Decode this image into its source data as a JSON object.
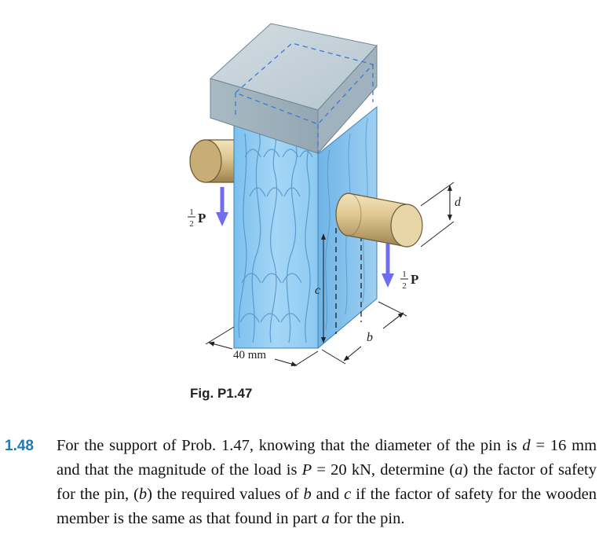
{
  "figure": {
    "caption": "Fig. P1.47",
    "labels": {
      "load_left": "P",
      "load_right": "P",
      "half_num": "1",
      "half_den": "2",
      "width": "40 mm",
      "dim_b": "b",
      "dim_c": "c",
      "dim_d": "d"
    },
    "colors": {
      "load_arrow": "#6f6cf0",
      "wood": "#8ccaf2",
      "plate": "#b4c4cc",
      "pin": "#d8c08a",
      "problem_number": "#1e7ab8"
    }
  },
  "problem": {
    "number": "1.48",
    "seg1": "For the support of Prob. 1.47, knowing that the diameter of the pin is ",
    "d_var": "d",
    "seg2": " = 16 mm and that the magnitude of the load is ",
    "P_var": "P",
    "seg3": " = 20 kN, determine (",
    "a_var": "a",
    "seg4": ") the factor of safety for the pin, (",
    "b_var": "b",
    "seg5": ") the required values of ",
    "b_var2": "b",
    "seg6": " and ",
    "c_var": "c",
    "seg7": " if the factor of safety for the wooden member is the same as that found in part ",
    "a_var2": "a",
    "seg8": " for the pin."
  }
}
